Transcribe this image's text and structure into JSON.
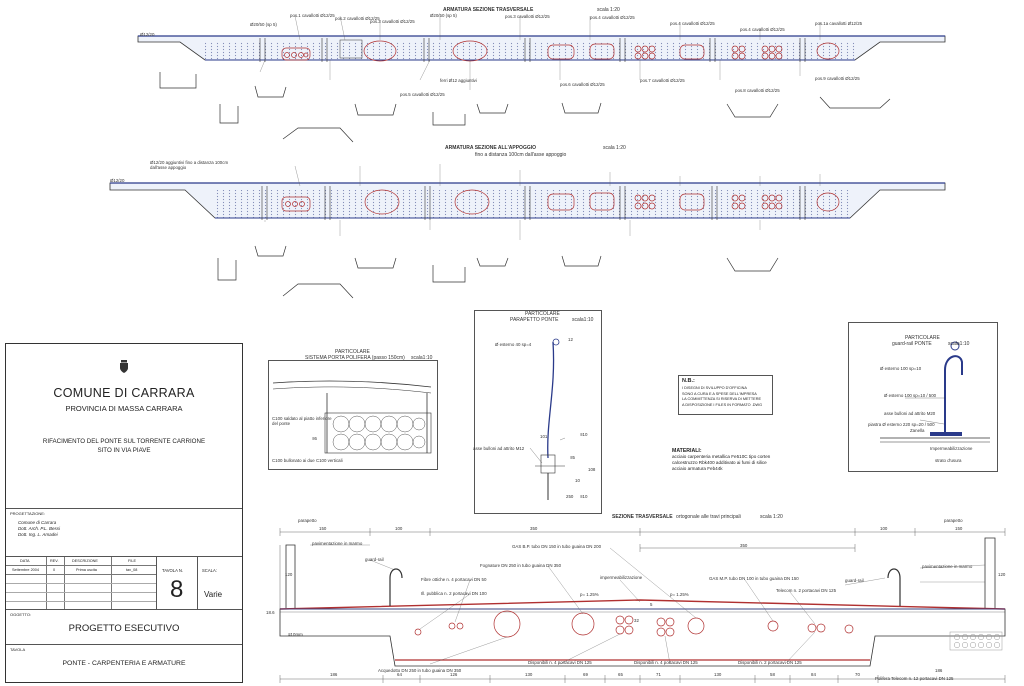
{
  "section_top": {
    "title": "ARMATURA SEZIONE TRASVERSALE",
    "scale": "scala 1:20",
    "labels": [
      "pos.1 cavallotti Ø12/25",
      "pos.2 cavallotti Ø12/25",
      "pos.3 cavallotti Ø12/25",
      "Ø20/50 (sp 5)",
      "pos.3 cavallotti Ø12/25",
      "pos.4 cavallotti Ø12/25",
      "pos.4 cavallotti Ø12/25",
      "pos.4 cavallotti Ø12/25",
      "pos.1a cavallotti Ø12/25",
      "Ø20/50 (sp 5)",
      "ferri Ø12 aggiuntivi",
      "pos.5 cavallotti Ø12/25",
      "pos.6 cavallotti Ø12/25",
      "pos.7 cavallotti Ø12/25",
      "pos.8 cavallotti Ø12/25",
      "pos.9 cavallotti Ø12/25"
    ],
    "left_dim": "Ø12/20"
  },
  "section_support": {
    "title": "ARMATURA SEZIONE ALL'APPOGGIO",
    "scale": "scala 1:20",
    "subtitle": "fino a distanza 100cm dall'asse appoggio",
    "note": "Ø12/20 aggiuntivi fino a distanza 100cm dall'asse appoggio",
    "left_dim": "Ø12/20"
  },
  "detail_porta": {
    "title1": "PARTICOLARE",
    "title2": "SISTEMA PORTA POLIFERA (passo 150cm)",
    "scale": "scala1:10",
    "label1": "C100 saldato al piatto inferiore del ponte",
    "label2": "C100 bullonato ai due C100 verticali",
    "dim": "≡6"
  },
  "detail_parapetto": {
    "title1": "PARTICOLARE",
    "title2": "PARAPETTO PONTE",
    "scale": "scala1:10",
    "label1": "Ø esterno 40 sp=4",
    "label2": "asse bulloni ad attrito M12",
    "dim1": "12",
    "dim2": "101",
    "dim3": "≡10",
    "dim4": "≡5",
    "dim5": "108",
    "dim6": "10",
    "dim7": "250",
    "dim8": "≡10"
  },
  "notes": {
    "nb_title": "N.B.:",
    "nb_lines": [
      "I DISEGNI DI SVILUPPO D'OFFICINA",
      "SONO A CURA E A SPESE DELL'IMPRESA",
      "LA COMMITTENZA SI RISERVA DI METTERE",
      "A DISPOSIZIONE I FILES IN FORMATO .DWG"
    ],
    "mat_title": "MATERIALI:",
    "mat_lines": [
      "acciaio carpenteria metallica Fe510C tipo corten",
      "calcestruzzo Rbk400 additivato ai fumi di silice",
      "acciaio armatura Feb44k"
    ]
  },
  "detail_guardrail": {
    "title1": "PARTICOLARE",
    "title2": "guard-rail PONTE",
    "scale": "scala1:10",
    "labels": [
      "Ø esterno 100 sp=10",
      "Ø esterno 100 sp=10 / 500",
      "asse bulloni ad attrito M20",
      "piastra Ø esterno 220 sp=20 / 500",
      "Zanella",
      "Impermeabilizzazione",
      "strato d'usura"
    ]
  },
  "section_bottom": {
    "title": "SEZIONE TRASVERSALE",
    "subtitle": "ortogonale alle travi principali",
    "scale": "scala 1:20",
    "labels_left": [
      "parapetto",
      "pavimentazione in marmo",
      "guard-rail"
    ],
    "labels_right": [
      "parapetto",
      "pavimentazione in marmo",
      "guard-rail"
    ],
    "utilities_top": [
      "GAS B.P.  tubo DN 150 in tubo guaina  DN 200",
      "Fognature  DN 250 in tubo guaina DN 350",
      "impermeabilizzazione",
      "Fibre ottiche n. 4 portacavi DN 50",
      "Ill. pubblica n. 2 portacavi DN 100",
      "GAS M.P.  tubo DN 100 in tubo guaina  DN 150",
      "Telecom n. 2 portacavi DN 125"
    ],
    "slope1": "p= 1.25%",
    "slope2": "p= 1.25%",
    "utilities_bottom": [
      "Acquedotto DN 250 in tubo guaina DN 350",
      "Disponibili n. 4 portacavi DN 125",
      "Disponibili n. 4 portacavi DN 125",
      "Disponibili n. 2 portacavi DN 125"
    ],
    "telecom_note": "Polifera Telecom n. 12 portacavi DN 125",
    "dims_top": [
      "150",
      "100",
      "350",
      "100",
      "150"
    ],
    "dim_mid": "350",
    "dims_bottom": [
      "186",
      "64",
      "126",
      "130",
      "69",
      "65",
      "71",
      "130",
      "58",
      "84",
      "70",
      "186"
    ],
    "dim_left": [
      "120",
      "18.6"
    ],
    "dim_right": "120",
    "thk": "≡10mm",
    "mid_dims": [
      "5",
      "32"
    ]
  },
  "title_block": {
    "entity": "COMUNE DI CARRARA",
    "province": "PROVINCIA DI MASSA CARRARA",
    "project1": "RIFACIMENTO DEL PONTE SUL TORRENTE CARRIONE",
    "project2": "SITO IN VIA PIAVE",
    "progettazione_label": "PROGETTAZIONE:",
    "progettazione": [
      "Comune di Carrara",
      "Dott. Arch. P.L. Bessi",
      "Dott. Ing. L. Amadei"
    ],
    "col_data": "DATA",
    "col_rev": "REV.",
    "col_desc": "DESCRIZIONE",
    "col_file": "FILE",
    "val_data": "Settembre 2004",
    "val_rev": "0",
    "val_desc": "Prima uscita",
    "val_file": "tav_08",
    "tavola_label": "TAVOLA N.",
    "tavola_num": "8",
    "scala_label": "SCALA:",
    "scala_val": "Varie",
    "oggetto_label": "OGGETTO:",
    "oggetto": "PROGETTO ESECUTIVO",
    "tavola_title_label": "TAVOLA",
    "tavola_title": "PONTE - CARPENTERIA E ARMATURE"
  }
}
